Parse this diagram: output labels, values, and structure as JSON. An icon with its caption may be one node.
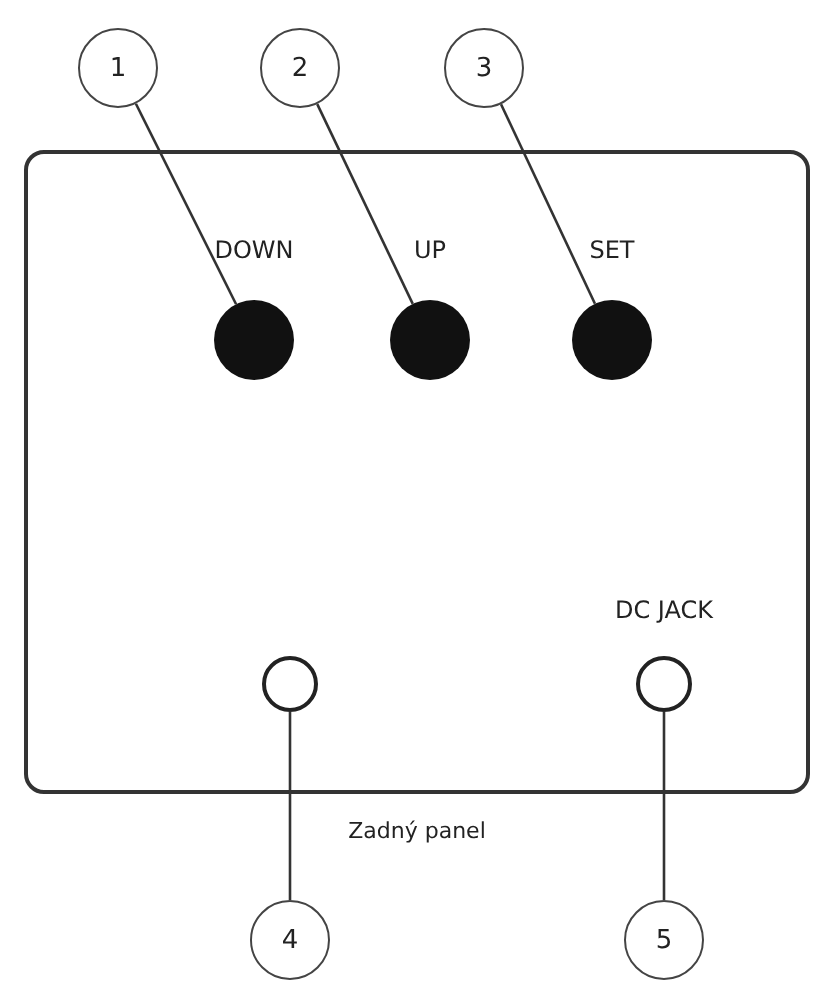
{
  "diagram": {
    "nodes": [
      {
        "text": [
          "1"
        ]
      },
      {
        "text": [
          "2"
        ]
      },
      {
        "text": [
          "3"
        ]
      },
      {
        "text": [
          "Zadný panel"
        ]
      },
      {
        "text": [],
        "shape": "circle",
        "in": 3,
        "beside": [
          "DOWN"
        ]
      },
      {
        "text": [],
        "shape": "circle",
        "in": 3,
        "beside": [
          "UP"
        ]
      },
      {
        "text": [],
        "shape": "circle",
        "in": 3,
        "beside": [
          "SET"
        ]
      },
      {
        "text": [],
        "shape": "circle",
        "in": 3
      },
      {
        "text": [],
        "shape": "circle",
        "in": 3,
        "beside": [
          "DC JACK"
        ]
      },
      {
        "text": [
          "4"
        ]
      },
      {
        "text": [
          "5"
        ]
      }
    ],
    "edges": [
      {
        "from": 0,
        "to": 4,
        "arrow": "none"
      },
      {
        "from": 1,
        "to": 5,
        "arrow": "none"
      },
      {
        "from": 2,
        "to": 6,
        "arrow": "none"
      },
      {
        "from": 9,
        "to": 7,
        "arrow": "none"
      },
      {
        "from": 10,
        "to": 8,
        "arrow": "none"
      }
    ]
  }
}
